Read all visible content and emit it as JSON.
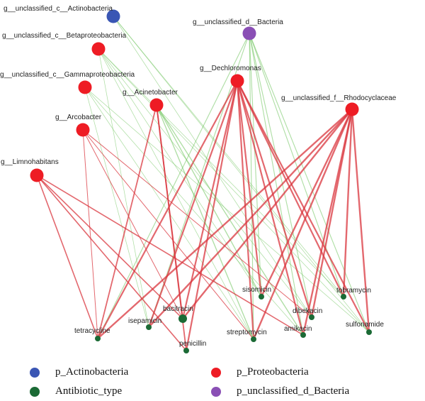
{
  "colors": {
    "actinobacteria": "#3a56b4",
    "proteobacteria": "#ee1c24",
    "antibiotic": "#1b6a35",
    "unclassified_bacteria": "#8a4fb5",
    "edge_green": "#6cc35a",
    "edge_red": "#d9363e"
  },
  "nodes": [
    {
      "id": "actino",
      "label": "g__unclassified_c__Actinobacteria",
      "group": "actinobacteria"
    },
    {
      "id": "unbact",
      "label": "g__unclassified_d__Bacteria",
      "group": "unclassified_bacteria"
    },
    {
      "id": "betapro",
      "label": "g__unclassified_c__Betaproteobacteria",
      "group": "proteobacteria"
    },
    {
      "id": "gammapro",
      "label": "g__unclassified_c__Gammaproteobacteria",
      "group": "proteobacteria"
    },
    {
      "id": "dechloro",
      "label": "g__Dechloromonas",
      "group": "proteobacteria"
    },
    {
      "id": "acineto",
      "label": "g__Acinetobacter",
      "group": "proteobacteria"
    },
    {
      "id": "rhodo",
      "label": "g__unclassified_f__Rhodocyclaceae",
      "group": "proteobacteria"
    },
    {
      "id": "arco",
      "label": "g__Arcobacter",
      "group": "proteobacteria"
    },
    {
      "id": "limno",
      "label": "g__Limnohabitans",
      "group": "proteobacteria"
    },
    {
      "id": "sisomicin",
      "label": "sisomicin",
      "group": "antibiotic"
    },
    {
      "id": "tobramycin",
      "label": "tobramycin",
      "group": "antibiotic"
    },
    {
      "id": "bacitracin",
      "label": "bacitracin",
      "group": "antibiotic"
    },
    {
      "id": "isepamicin",
      "label": "isepamicin",
      "group": "antibiotic"
    },
    {
      "id": "dibekacin",
      "label": "dibekacin",
      "group": "antibiotic"
    },
    {
      "id": "tetracycline",
      "label": "tetracycline",
      "group": "antibiotic"
    },
    {
      "id": "streptomycin",
      "label": "streptomycin",
      "group": "antibiotic"
    },
    {
      "id": "amikacin",
      "label": "amikacin",
      "group": "antibiotic"
    },
    {
      "id": "sulfonamide",
      "label": "sulfonamide",
      "group": "antibiotic"
    },
    {
      "id": "penicillin",
      "label": "penicillin",
      "group": "antibiotic"
    }
  ],
  "edges": [
    {
      "source": "actino",
      "target": "tobramycin",
      "sign": "positive"
    },
    {
      "source": "actino",
      "target": "sulfonamide",
      "sign": "positive"
    },
    {
      "source": "actino",
      "target": "dibekacin",
      "sign": "positive"
    },
    {
      "source": "unbact",
      "target": "tobramycin",
      "sign": "positive"
    },
    {
      "source": "unbact",
      "target": "sulfonamide",
      "sign": "positive"
    },
    {
      "source": "unbact",
      "target": "dibekacin",
      "sign": "positive"
    },
    {
      "source": "unbact",
      "target": "amikacin",
      "sign": "positive"
    },
    {
      "source": "unbact",
      "target": "sisomicin",
      "sign": "positive"
    },
    {
      "source": "unbact",
      "target": "streptomycin",
      "sign": "positive"
    },
    {
      "source": "unbact",
      "target": "tetracycline",
      "sign": "positive"
    },
    {
      "source": "unbact",
      "target": "isepamicin",
      "sign": "positive"
    },
    {
      "source": "betapro",
      "target": "sulfonamide",
      "sign": "positive"
    },
    {
      "source": "betapro",
      "target": "tobramycin",
      "sign": "positive"
    },
    {
      "source": "betapro",
      "target": "streptomycin",
      "sign": "positive"
    },
    {
      "source": "betapro",
      "target": "sisomicin",
      "sign": "positive"
    },
    {
      "source": "betapro",
      "target": "isepamicin",
      "sign": "positive"
    },
    {
      "source": "betapro",
      "target": "dibekacin",
      "sign": "positive"
    },
    {
      "source": "gammapro",
      "target": "streptomycin",
      "sign": "positive"
    },
    {
      "source": "gammapro",
      "target": "sulfonamide",
      "sign": "positive"
    },
    {
      "source": "gammapro",
      "target": "amikacin",
      "sign": "positive"
    },
    {
      "source": "gammapro",
      "target": "isepamicin",
      "sign": "positive"
    },
    {
      "source": "dechloro",
      "target": "tetracycline",
      "sign": "negative"
    },
    {
      "source": "dechloro",
      "target": "isepamicin",
      "sign": "negative"
    },
    {
      "source": "dechloro",
      "target": "penicillin",
      "sign": "negative"
    },
    {
      "source": "dechloro",
      "target": "streptomycin",
      "sign": "negative"
    },
    {
      "source": "dechloro",
      "target": "amikacin",
      "sign": "negative"
    },
    {
      "source": "dechloro",
      "target": "dibekacin",
      "sign": "negative"
    },
    {
      "source": "dechloro",
      "target": "sulfonamide",
      "sign": "negative"
    },
    {
      "source": "dechloro",
      "target": "tobramycin",
      "sign": "negative"
    },
    {
      "source": "dechloro",
      "target": "sisomicin",
      "sign": "negative"
    },
    {
      "source": "dechloro",
      "target": "bacitracin",
      "sign": "negative"
    },
    {
      "source": "acineto",
      "target": "tetracycline",
      "sign": "negative"
    },
    {
      "source": "acineto",
      "target": "bacitracin",
      "sign": "negative"
    },
    {
      "source": "acineto",
      "target": "penicillin",
      "sign": "negative"
    },
    {
      "source": "acineto",
      "target": "streptomycin",
      "sign": "positive"
    },
    {
      "source": "acineto",
      "target": "sisomicin",
      "sign": "positive"
    },
    {
      "source": "acineto",
      "target": "amikacin",
      "sign": "positive"
    },
    {
      "source": "rhodo",
      "target": "tetracycline",
      "sign": "negative"
    },
    {
      "source": "rhodo",
      "target": "isepamicin",
      "sign": "negative"
    },
    {
      "source": "rhodo",
      "target": "bacitracin",
      "sign": "negative"
    },
    {
      "source": "rhodo",
      "target": "streptomycin",
      "sign": "negative"
    },
    {
      "source": "rhodo",
      "target": "amikacin",
      "sign": "negative"
    },
    {
      "source": "rhodo",
      "target": "dibekacin",
      "sign": "negative"
    },
    {
      "source": "rhodo",
      "target": "sulfonamide",
      "sign": "negative"
    },
    {
      "source": "rhodo",
      "target": "tobramycin",
      "sign": "negative"
    },
    {
      "source": "rhodo",
      "target": "sisomicin",
      "sign": "negative"
    },
    {
      "source": "arco",
      "target": "tetracycline",
      "sign": "negative"
    },
    {
      "source": "arco",
      "target": "bacitracin",
      "sign": "negative"
    },
    {
      "source": "arco",
      "target": "streptomycin",
      "sign": "negative"
    },
    {
      "source": "arco",
      "target": "dibekacin",
      "sign": "negative"
    },
    {
      "source": "limno",
      "target": "tetracycline",
      "sign": "negative"
    },
    {
      "source": "limno",
      "target": "bacitracin",
      "sign": "negative"
    },
    {
      "source": "limno",
      "target": "amikacin",
      "sign": "negative"
    },
    {
      "source": "limno",
      "target": "penicillin",
      "sign": "negative"
    }
  ],
  "legend": [
    {
      "label": "p_Actinobacteria",
      "group": "actinobacteria"
    },
    {
      "label": "p_Proteobacteria",
      "group": "proteobacteria"
    },
    {
      "label": "Antibiotic_type",
      "group": "antibiotic"
    },
    {
      "label": "p_unclassified_d_Bacteria",
      "group": "unclassified_bacteria"
    }
  ]
}
